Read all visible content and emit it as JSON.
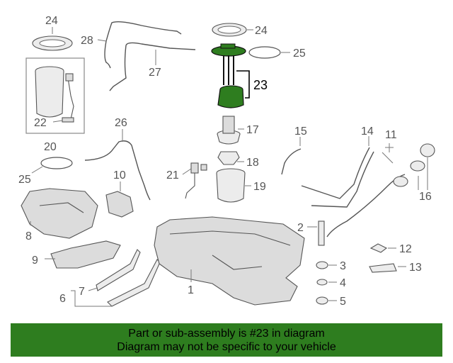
{
  "callouts": {
    "c1": "1",
    "c2": "2",
    "c3": "3",
    "c4": "4",
    "c5": "5",
    "c6": "6",
    "c7": "7",
    "c8": "8",
    "c9": "9",
    "c10": "10",
    "c11": "11",
    "c12": "12",
    "c13": "13",
    "c14": "14",
    "c15": "15",
    "c16": "16",
    "c17": "17",
    "c18": "18",
    "c19": "19",
    "c20": "20",
    "c21": "21",
    "c22": "22",
    "c23": "23",
    "c24a": "24",
    "c24b": "24",
    "c25a": "25",
    "c25b": "25",
    "c26": "26",
    "c27": "27",
    "c28": "28"
  },
  "highlight": {
    "part_number": "23",
    "color": "#2e7d1f"
  },
  "banner": {
    "line1": "Part or sub-assembly is #23 in diagram",
    "line2": "Diagram may not be specific to your vehicle",
    "background": "#2e7d1f"
  }
}
